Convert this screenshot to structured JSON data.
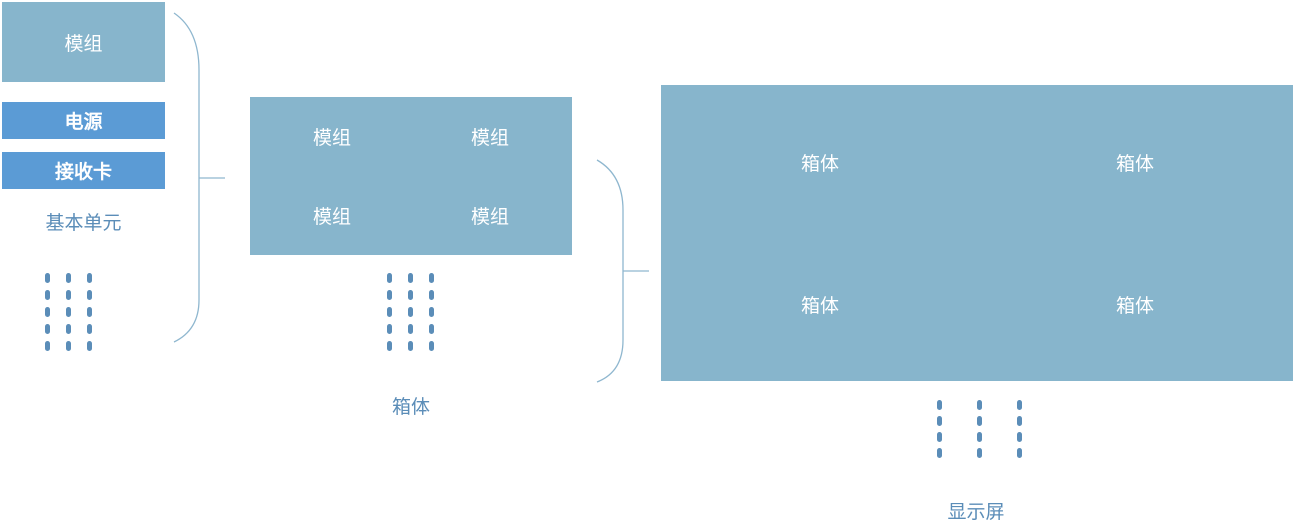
{
  "unit": {
    "module_label": "模组",
    "power_label": "电源",
    "receiver_label": "接收卡",
    "caption": "基本单元"
  },
  "cabinet": {
    "modules": [
      "模组",
      "模组",
      "模组",
      "模组"
    ],
    "caption": "箱体"
  },
  "screen": {
    "cabinets": [
      "箱体",
      "箱体",
      "箱体",
      "箱体"
    ],
    "caption": "显示屏"
  },
  "colors": {
    "steel_blue": "#87b5cc",
    "accent_blue": "#5b9bd5",
    "caption_blue": "#5b8db8",
    "bracket": "#8fb7cf"
  }
}
